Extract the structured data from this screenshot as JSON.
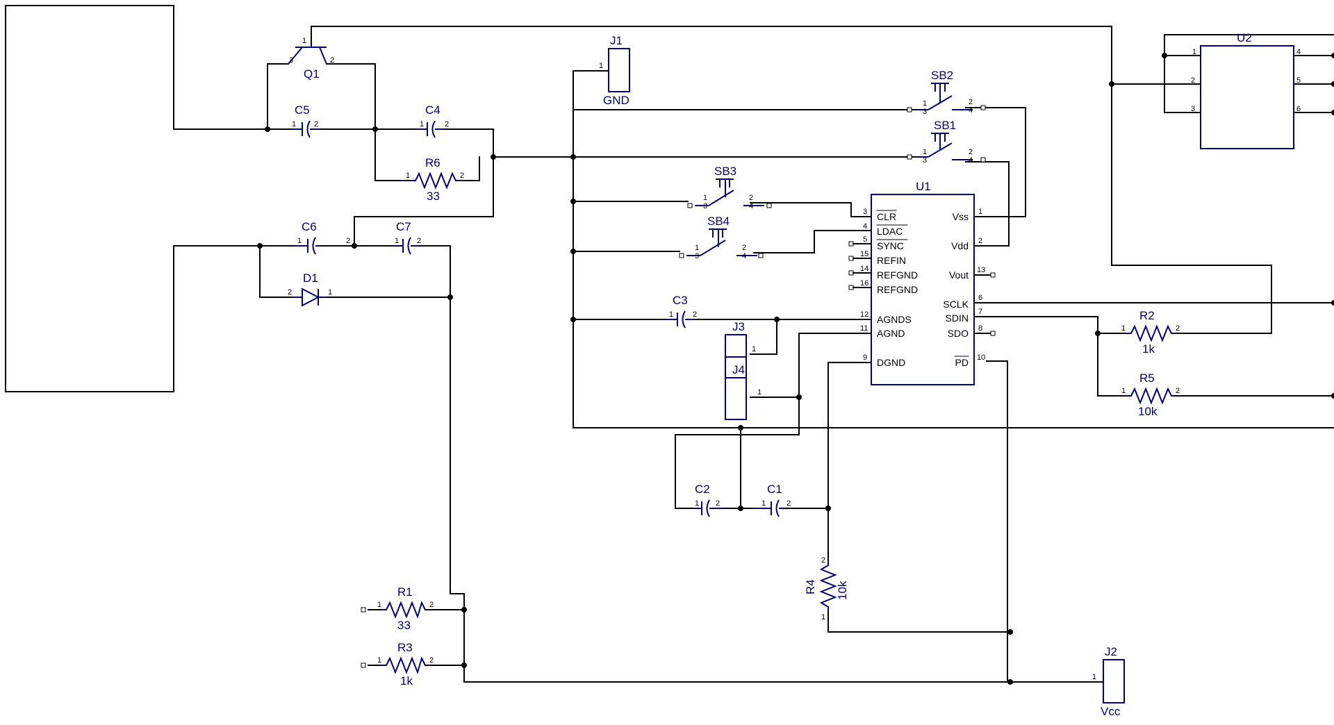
{
  "colors": {
    "wire": "#000000",
    "component": "#000080",
    "background": "#ffffff"
  },
  "components": {
    "q1": {
      "ref": "Q1",
      "pins": [
        "1",
        "2",
        "3"
      ]
    },
    "c1": {
      "ref": "C1",
      "p1": "1",
      "p2": "2"
    },
    "c2": {
      "ref": "C2",
      "p1": "1",
      "p2": "2"
    },
    "c3": {
      "ref": "C3",
      "p1": "1",
      "p2": "2"
    },
    "c4": {
      "ref": "C4",
      "p1": "1",
      "p2": "2"
    },
    "c5": {
      "ref": "C5",
      "p1": "1",
      "p2": "2"
    },
    "c6": {
      "ref": "C6",
      "p1": "1",
      "p2": "2"
    },
    "c7": {
      "ref": "C7",
      "p1": "1",
      "p2": "2"
    },
    "d1": {
      "ref": "D1",
      "p1": "2",
      "p2": "1"
    },
    "r1": {
      "ref": "R1",
      "value": "33",
      "p1": "1",
      "p2": "2"
    },
    "r2": {
      "ref": "R2",
      "value": "1k",
      "p1": "1",
      "p2": "2"
    },
    "r3": {
      "ref": "R3",
      "value": "1k",
      "p1": "1",
      "p2": "2"
    },
    "r4": {
      "ref": "R4",
      "value": "10k",
      "p1": "1",
      "p2": "2"
    },
    "r5": {
      "ref": "R5",
      "value": "10k",
      "p1": "1",
      "p2": "2"
    },
    "r6": {
      "ref": "R6",
      "value": "33",
      "p1": "1",
      "p2": "2"
    },
    "j1": {
      "ref": "J1",
      "value": "GND",
      "pin": "1"
    },
    "j2": {
      "ref": "J2",
      "value": "Vcc",
      "pin": "1"
    },
    "j3": {
      "ref": "J3",
      "pin": "1"
    },
    "j4": {
      "ref": "J4",
      "pin": "1"
    },
    "sb1": {
      "ref": "SB1",
      "pins": [
        "1",
        "2",
        "3",
        "4"
      ]
    },
    "sb2": {
      "ref": "SB2",
      "pins": [
        "1",
        "2",
        "3",
        "4"
      ]
    },
    "sb3": {
      "ref": "SB3",
      "pins": [
        "1",
        "2",
        "3",
        "4"
      ]
    },
    "sb4": {
      "ref": "SB4",
      "pins": [
        "1",
        "2",
        "3",
        "4"
      ]
    },
    "u1": {
      "ref": "U1",
      "left_pins": [
        {
          "num": "3",
          "name": "CLR"
        },
        {
          "num": "4",
          "name": "LDAC"
        },
        {
          "num": "5",
          "name": "SYNC"
        },
        {
          "num": "15",
          "name": "REFIN"
        },
        {
          "num": "14",
          "name": "REFGND"
        },
        {
          "num": "16",
          "name": "REFGND"
        },
        {
          "num": "12",
          "name": "AGNDS"
        },
        {
          "num": "11",
          "name": "AGND"
        },
        {
          "num": "9",
          "name": "DGND"
        }
      ],
      "right_pins": [
        {
          "num": "1",
          "name": "Vss"
        },
        {
          "num": "2",
          "name": "Vdd"
        },
        {
          "num": "13",
          "name": "Vout"
        },
        {
          "num": "6",
          "name": "SCLK"
        },
        {
          "num": "7",
          "name": "SDIN"
        },
        {
          "num": "8",
          "name": "SDO"
        },
        {
          "num": "10",
          "name": "PD"
        }
      ]
    },
    "u2": {
      "ref": "U2",
      "left_pins": [
        "1",
        "2",
        "3"
      ],
      "right_pins": [
        "4",
        "5",
        "6"
      ]
    }
  }
}
